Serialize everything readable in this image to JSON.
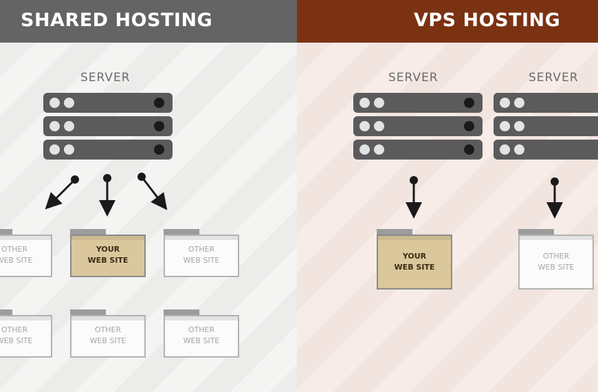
{
  "shared": {
    "title": "SHARED HOSTING",
    "server_label": "SERVER",
    "sites": [
      {
        "line1": "OTHER",
        "line2": "WEB SITE"
      },
      {
        "line1": "YOUR",
        "line2": "WEB SITE"
      },
      {
        "line1": "OTHER",
        "line2": "WEB SITE"
      },
      {
        "line1": "OTHER",
        "line2": "WEB SITE"
      },
      {
        "line1": "OTHER",
        "line2": "WEB SITE"
      },
      {
        "line1": "OTHER",
        "line2": "WEB SITE"
      }
    ]
  },
  "vps": {
    "title": "VPS HOSTING",
    "server_label_1": "SERVER",
    "server_label_2": "SERVER",
    "sites": [
      {
        "line1": "YOUR",
        "line2": "WEB SITE"
      },
      {
        "line1": "OTHER",
        "line2": "WEB SITE"
      }
    ]
  },
  "colors": {
    "shared_header": "#646464",
    "vps_header": "#7b3212",
    "your_site": "#dac79c",
    "server": "#5b5b5b"
  }
}
